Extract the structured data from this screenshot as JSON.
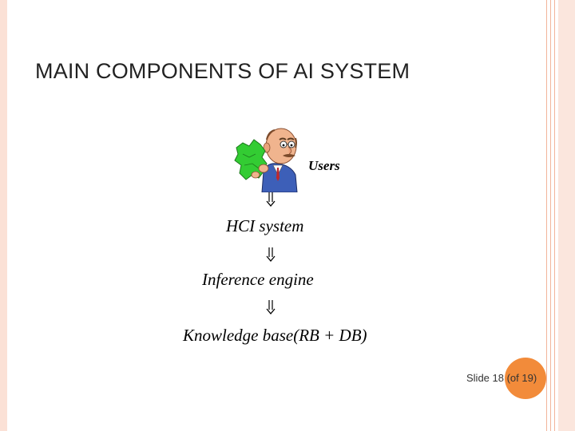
{
  "slide": {
    "title": "MAIN COMPONENTS OF AI SYSTEM",
    "footer": "Slide 18 (of 19)"
  },
  "diagram": {
    "users": "Users",
    "hci": "HCI system",
    "inference": "Inference engine",
    "knowledge": "Knowledge base(RB + DB)"
  },
  "colors": {
    "border_light": "#fbe1d6",
    "border_line": "#f2b49a",
    "footer_accent": "#f28b3a",
    "map_green": "#33cc33"
  },
  "icons": {
    "user": "person-reading-map-icon",
    "arrow": "double-down-arrow-icon"
  }
}
